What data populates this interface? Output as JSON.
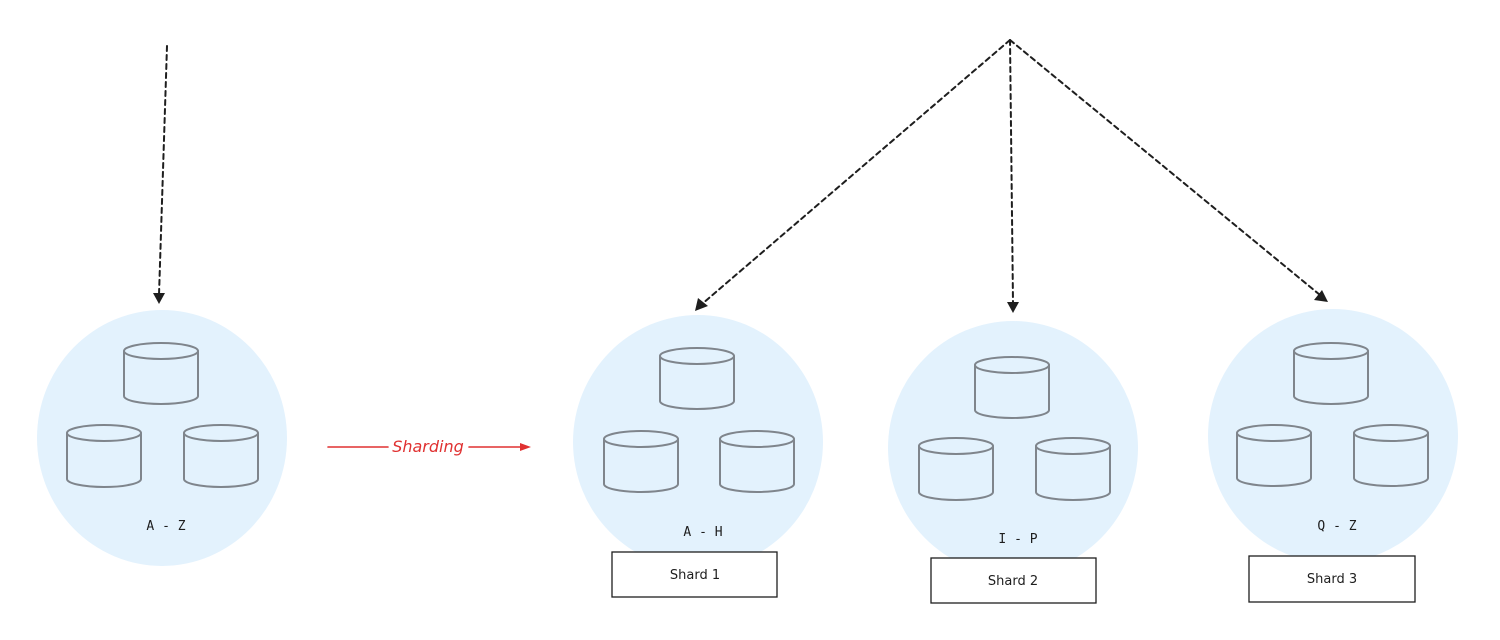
{
  "diagram": {
    "source_node": {
      "range_label": "A - Z",
      "database_icons": [
        "database-icon",
        "database-icon",
        "database-icon"
      ]
    },
    "transition": {
      "label": "Sharding",
      "color": "#e03131"
    },
    "shards": [
      {
        "range_label": "A - H",
        "name": "Shard 1"
      },
      {
        "range_label": "I - P",
        "name": "Shard 2"
      },
      {
        "range_label": "Q - Z",
        "name": "Shard 3"
      }
    ],
    "colors": {
      "node_fill": "#e3f2fd",
      "cylinder_stroke": "#7f858c",
      "arrow": "#1e1e1e"
    }
  }
}
